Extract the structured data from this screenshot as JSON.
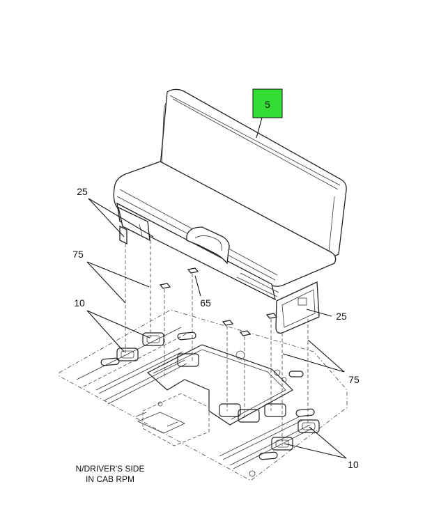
{
  "callouts": {
    "c5": "5",
    "c25_left": "25",
    "c75_left": "75",
    "c10_left": "10",
    "c65": "65",
    "c25_right": "25",
    "c75_right": "75",
    "c10_right": "10"
  },
  "caption": {
    "line1": "N/DRIVER'S SIDE",
    "line2": "IN CAB RPM"
  },
  "colors": {
    "highlight": "#33dd33",
    "ink": "#222222"
  }
}
